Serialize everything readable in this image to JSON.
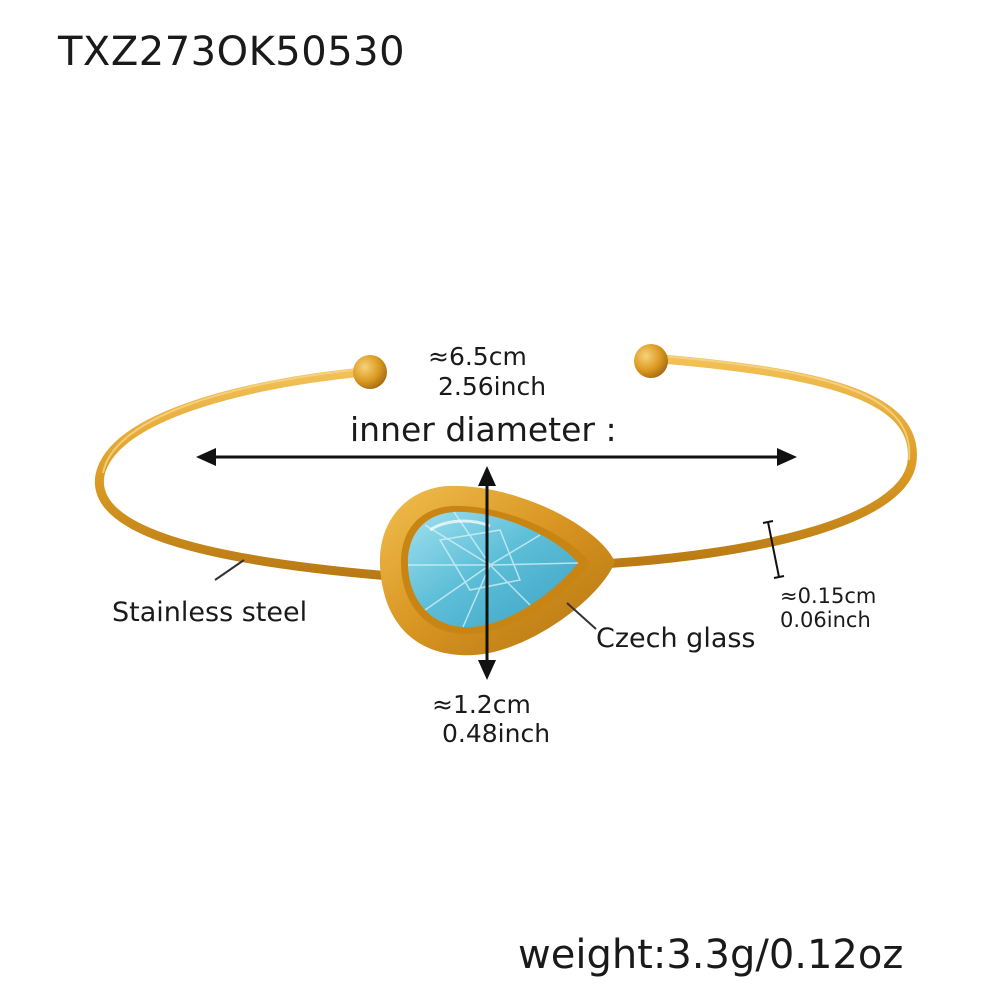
{
  "product_code": "TXZ273OK50530",
  "dimensions": {
    "width_cm": "≈6.5cm",
    "width_inch": "2.56inch",
    "inner_diameter_label": "inner diameter :",
    "thickness_cm": "≈0.15cm",
    "thickness_inch": "0.06inch",
    "height_cm": "≈1.2cm",
    "height_inch": "0.48inch"
  },
  "materials": {
    "band": "Stainless steel",
    "stone": "Czech glass"
  },
  "weight": "weight:3.3g/0.12oz",
  "colors": {
    "gold": "#e0a12a",
    "gold_dark": "#b97a14",
    "stone": "#6cc7dc",
    "text": "#1a1a1a"
  }
}
